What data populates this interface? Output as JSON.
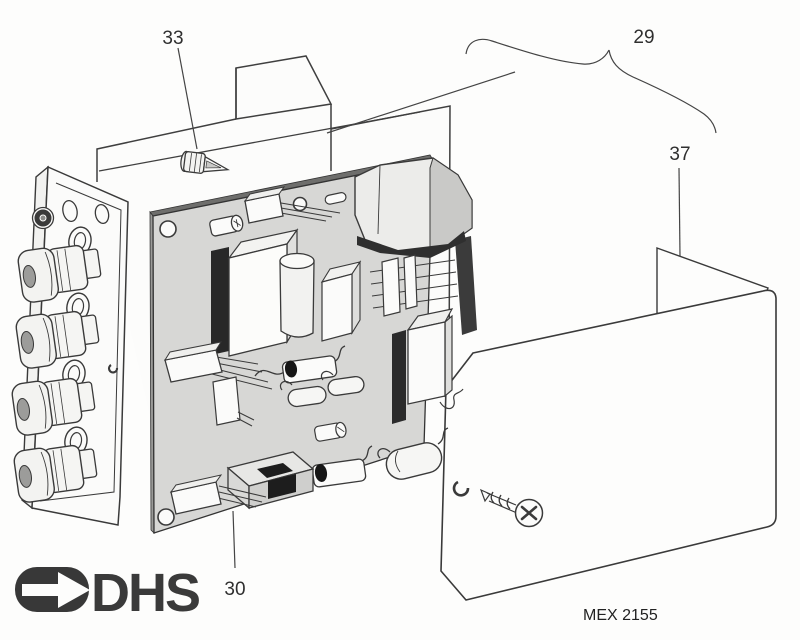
{
  "figure": {
    "type": "exploded-parts-diagram",
    "caption": "MEX 2155",
    "logo_text": "DHS",
    "callouts": {
      "c33": {
        "number": "33",
        "part": "push-rivet fastener on chassis bracket"
      },
      "c29": {
        "number": "29",
        "part": "chassis bracket assembly"
      },
      "c37": {
        "number": "37",
        "part": "side cover plate with screw"
      },
      "c30": {
        "number": "30",
        "part": "relay component on circuit board"
      }
    }
  }
}
